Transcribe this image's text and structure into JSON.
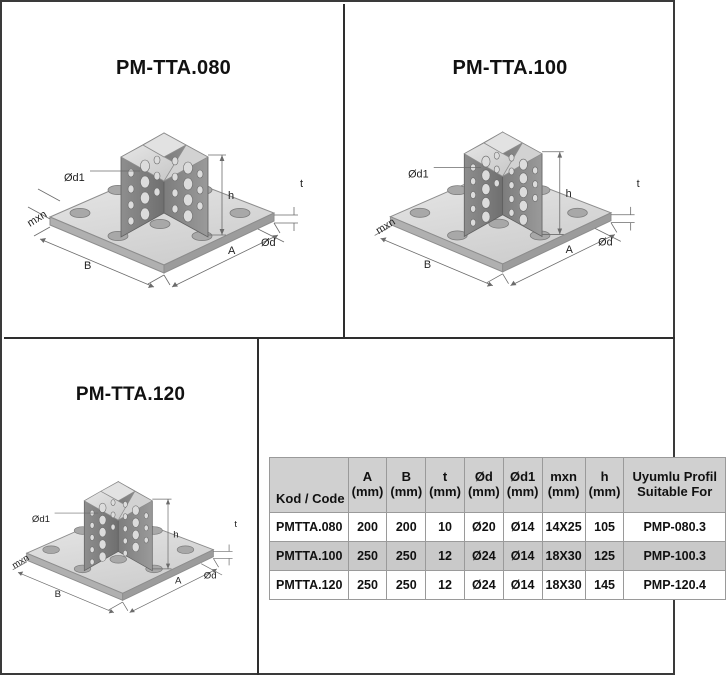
{
  "panels": [
    {
      "id": "tl",
      "title": "PM-TTA.080"
    },
    {
      "id": "tr",
      "title": "PM-TTA.100"
    },
    {
      "id": "bl",
      "title": "PM-TTA.120"
    }
  ],
  "drawing_labels": {
    "od1": "Ød1",
    "od": "Ød",
    "mxn": "mxn",
    "a": "A",
    "b": "B",
    "h": "h",
    "t": "t"
  },
  "table": {
    "headers": [
      {
        "line1": "Kod / Code",
        "line2": ""
      },
      {
        "line1": "A",
        "line2": "(mm)"
      },
      {
        "line1": "B",
        "line2": "(mm)"
      },
      {
        "line1": "t",
        "line2": "(mm)"
      },
      {
        "line1": "Ød",
        "line2": "(mm)"
      },
      {
        "line1": "Ød1",
        "line2": "(mm)"
      },
      {
        "line1": "mxn",
        "line2": "(mm)"
      },
      {
        "line1": "h",
        "line2": "(mm)"
      },
      {
        "line1": "Uyumlu Profil",
        "line2": "Suitable For"
      }
    ],
    "rows": [
      {
        "code": "PMTTA.080",
        "a": "200",
        "b": "200",
        "t": "10",
        "od": "Ø20",
        "od1": "Ø14",
        "mxn": "14X25",
        "h": "105",
        "profile": "PMP-080.3",
        "shaded": false
      },
      {
        "code": "PMTTA.100",
        "a": "250",
        "b": "250",
        "t": "12",
        "od": "Ø24",
        "od1": "Ø14",
        "mxn": "18X30",
        "h": "125",
        "profile": "PMP-100.3",
        "shaded": true
      },
      {
        "code": "PMTTA.120",
        "a": "250",
        "b": "250",
        "t": "12",
        "od": "Ø24",
        "od1": "Ø14",
        "mxn": "18X30",
        "h": "145",
        "profile": "PMP-120.4",
        "shaded": false
      }
    ]
  },
  "colors": {
    "header_bg": "#d0d0d0",
    "row_alt_bg": "#c9c9c9",
    "border": "#9a9a9a",
    "frame": "#3a3a3a",
    "metal_light": "#dcdcdc",
    "metal_mid": "#b4b4b4",
    "metal_dark": "#7a7a7a"
  }
}
